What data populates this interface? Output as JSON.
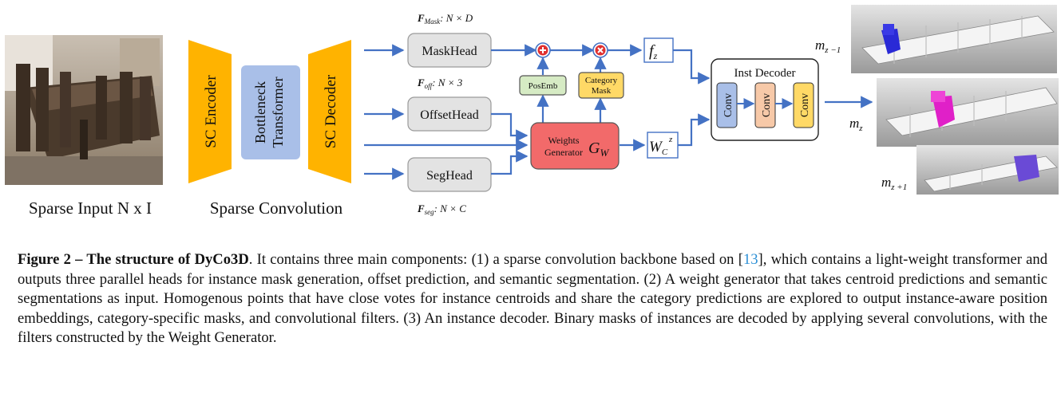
{
  "figure": {
    "input_label": "Sparse Input N x I",
    "backbone_label": "Sparse Convolution",
    "sc_encoder": "SC Encoder",
    "bottleneck": [
      "Bottleneck",
      "Transformer"
    ],
    "sc_decoder": "SC Decoder",
    "heads": {
      "mask": "MaskHead",
      "offset": "OffsetHead",
      "seg": "SegHead"
    },
    "feature_labels": {
      "mask": "F",
      "mask_sub": "Mask",
      "mask_dim": ": N × D",
      "off": "F",
      "off_sub": "off",
      "off_dim": ": N × 3",
      "seg": "F",
      "seg_sub": "seg",
      "seg_dim": ": N × C"
    },
    "pos_emb": "PosEmb",
    "category_mask": [
      "Category",
      "Mask"
    ],
    "weights_generator": [
      "Weights",
      "Generator"
    ],
    "gw": "G",
    "gw_sub": "W",
    "fz": "f",
    "fz_sub": "z",
    "wcz": "W",
    "wcz_sub": "C",
    "wcz_sup": "z",
    "inst_decoder": "Inst Decoder",
    "conv": "Conv",
    "outputs": {
      "m_prev": "m",
      "m_prev_sub": "z −1",
      "m_cur": "m",
      "m_cur_sub": "z",
      "m_next": "m",
      "m_next_sub": "z +1"
    },
    "colors": {
      "orange": "#FFB300",
      "blue_box": "#A9BFE8",
      "gray_box": "#E3E3E3",
      "green_box": "#D6EBC4",
      "yellow_box": "#FFD966",
      "red_box": "#F26A6A",
      "conv_blue": "#A9BFE8",
      "conv_peach": "#F7C9A8",
      "conv_yellow": "#FFD966",
      "arrow": "#4472C4",
      "circle_red": "#E03030"
    }
  },
  "caption": {
    "label": "Figure 2",
    "dash": " – ",
    "title": "The structure of DyCo3D",
    "text_a": ". It contains three main components: (1) a sparse convolution backbone based on [",
    "ref": "13",
    "text_b": "], which contains a light-weight transformer and outputs three parallel heads for instance mask generation, offset prediction, and semantic segmentation. (2) A weight generator that takes centroid predictions and semantic segmentations as input. Homogenous points that have close votes for instance centroids and share the category predictions are explored to output instance-aware position embeddings, category-specific masks, and convolutional filters. (3) An instance decoder. Binary masks of instances are decoded by applying several convolutions, with the filters constructed by the Weight Generator."
  }
}
